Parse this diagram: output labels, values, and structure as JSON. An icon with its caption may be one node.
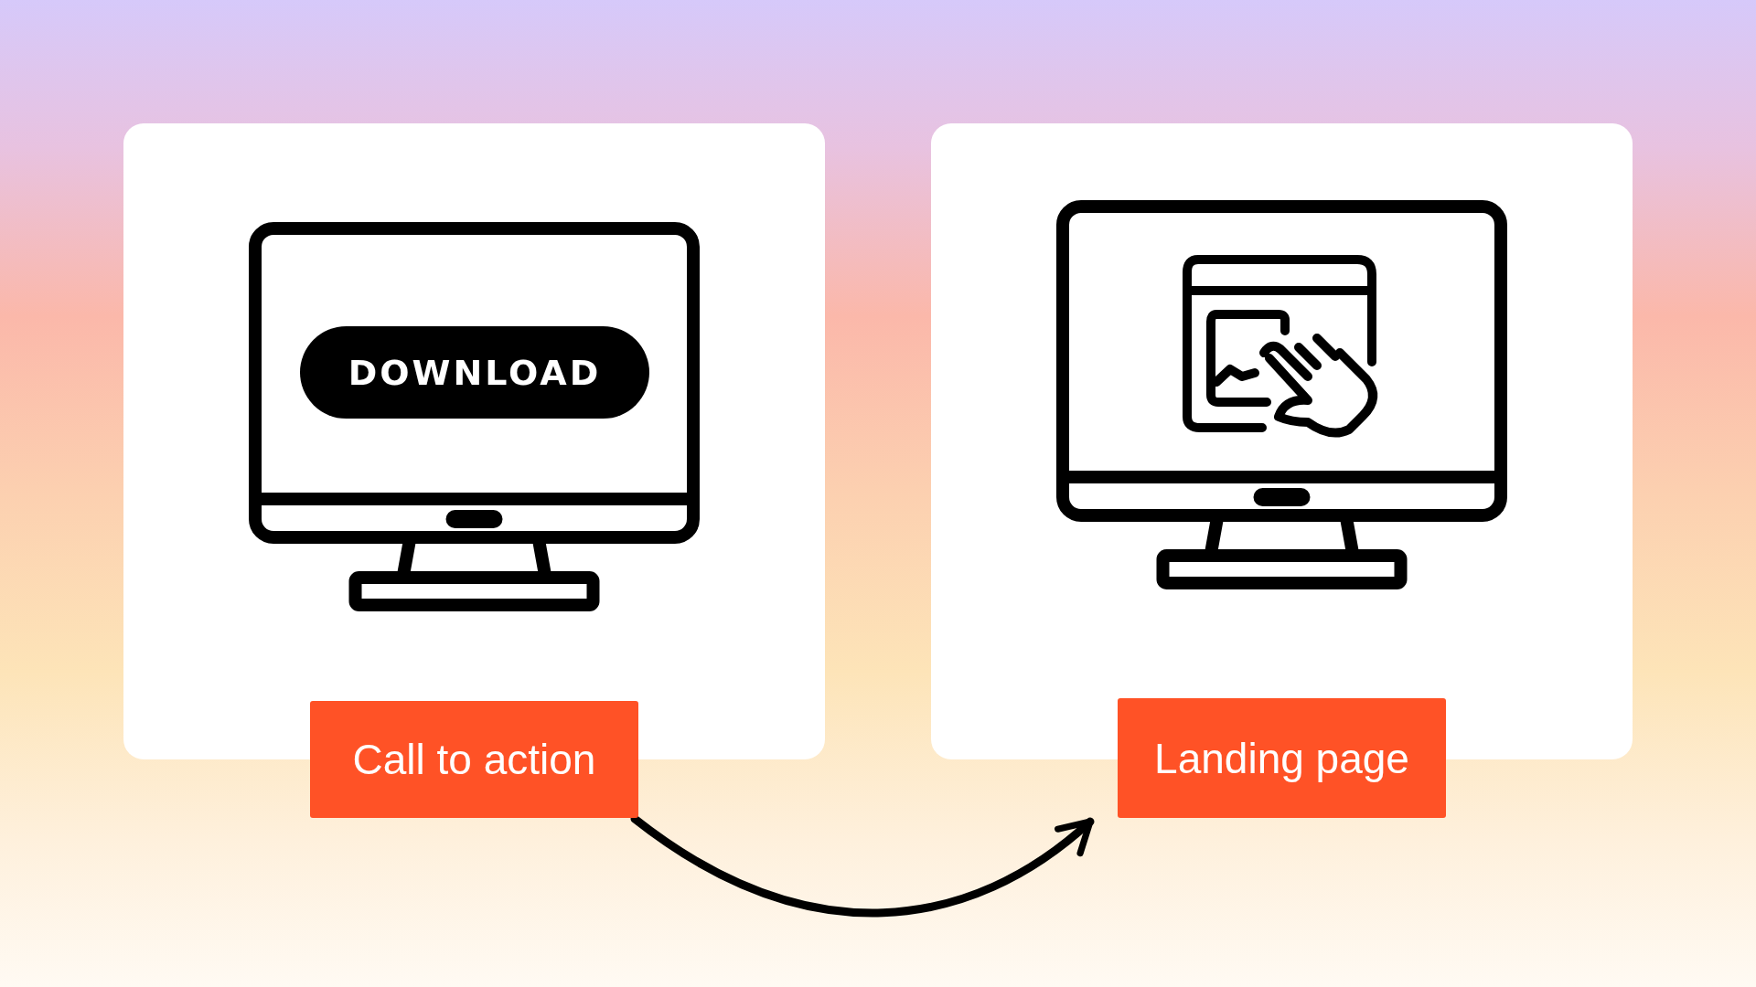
{
  "diagram": {
    "nodes": [
      {
        "text": [
          "Call to action"
        ]
      },
      {
        "text": [
          "Landing page"
        ]
      }
    ],
    "edges": [
      {
        "from": 0,
        "to": 1,
        "arrow": "to"
      }
    ],
    "labels": [
      "DOWNLOAD"
    ]
  }
}
